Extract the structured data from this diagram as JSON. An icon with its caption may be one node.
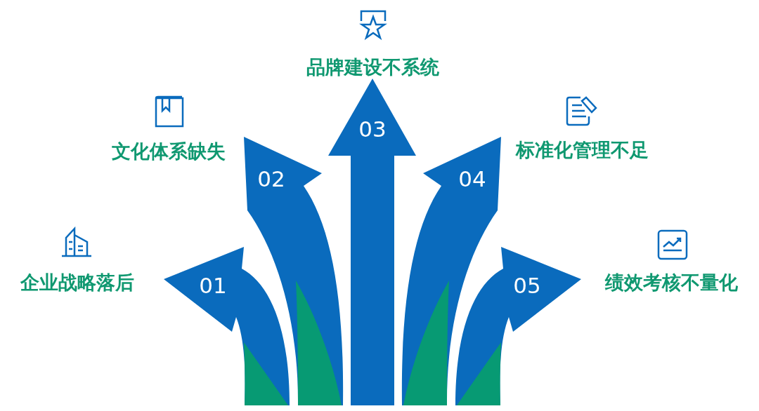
{
  "diagram": {
    "nodes": [
      {
        "text": [
          "01"
        ],
        "beside": [
          "企业战略落后"
        ]
      },
      {
        "text": [
          "02"
        ],
        "beside": [
          "文化体系缺失"
        ]
      },
      {
        "text": [
          "03"
        ],
        "beside": [
          "品牌建设不系统"
        ]
      },
      {
        "text": [
          "04"
        ],
        "beside": [
          "标准化管理不足"
        ]
      },
      {
        "text": [
          "05"
        ],
        "beside": [
          "绩效考核不量化"
        ]
      }
    ]
  }
}
